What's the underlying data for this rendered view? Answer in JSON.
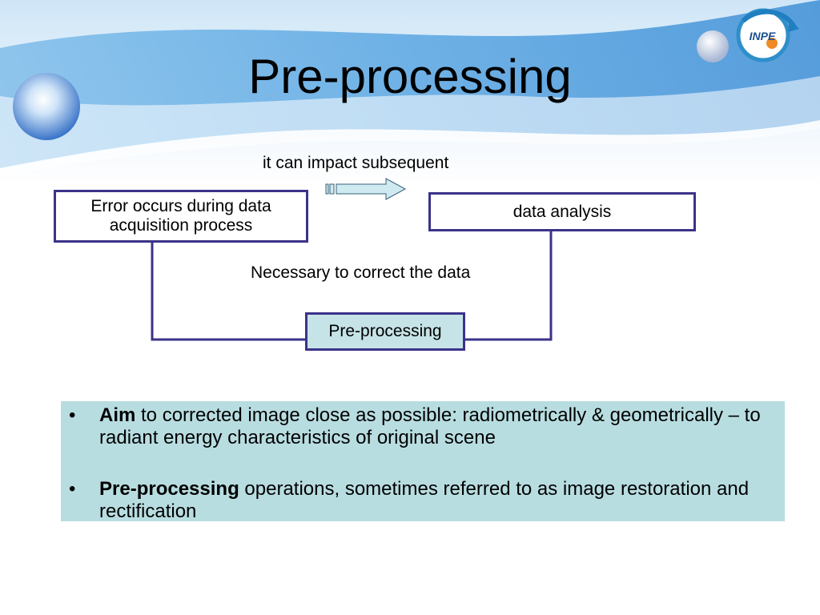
{
  "slide": {
    "title": "Pre-processing",
    "logo_text": "INPE"
  },
  "diagram": {
    "boxes": {
      "error": "Error occurs during data acquisition process",
      "analysis": "data analysis",
      "preprocessing": "Pre-processing"
    },
    "arrow_label": "it can impact subsequent",
    "loop_label": "Necessary to correct the data"
  },
  "bullets": [
    {
      "bold": "Aim",
      "text": " to corrected image close as possible: radiometrically & geometrically – to radiant energy characteristics of original scene"
    },
    {
      "bold": "Pre-processing",
      "text": " operations, sometimes referred to as image restoration and rectification"
    }
  ],
  "colors": {
    "box_border": "#3b3389",
    "preprocessing_fill": "#c6e3e7",
    "bullet_panel": "#b8dde1",
    "banner_blue": "#5ba6e0",
    "arrow_fill": "#cfeaf0"
  }
}
